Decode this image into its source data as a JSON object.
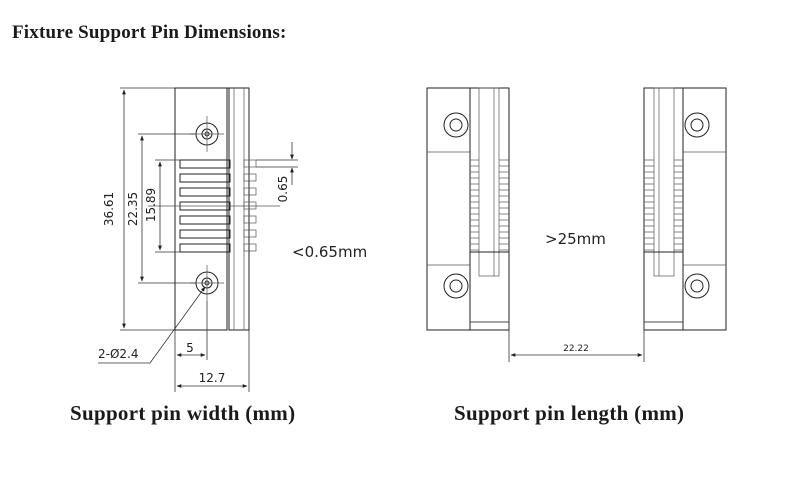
{
  "title": "Fixture Support Pin Dimensions:",
  "width_view": {
    "caption": "Support pin width (mm)",
    "dimensions": {
      "overall_height": "36.61",
      "mid_height": "22.35",
      "inner_height": "15.89",
      "pitch": "0.65",
      "hole": "2-Ø2.4",
      "offset": "5",
      "width": "12.7"
    },
    "spec": "<0.65mm"
  },
  "length_view": {
    "caption": "Support pin length (mm)",
    "spec": ">25mm",
    "gap": "22.22"
  }
}
